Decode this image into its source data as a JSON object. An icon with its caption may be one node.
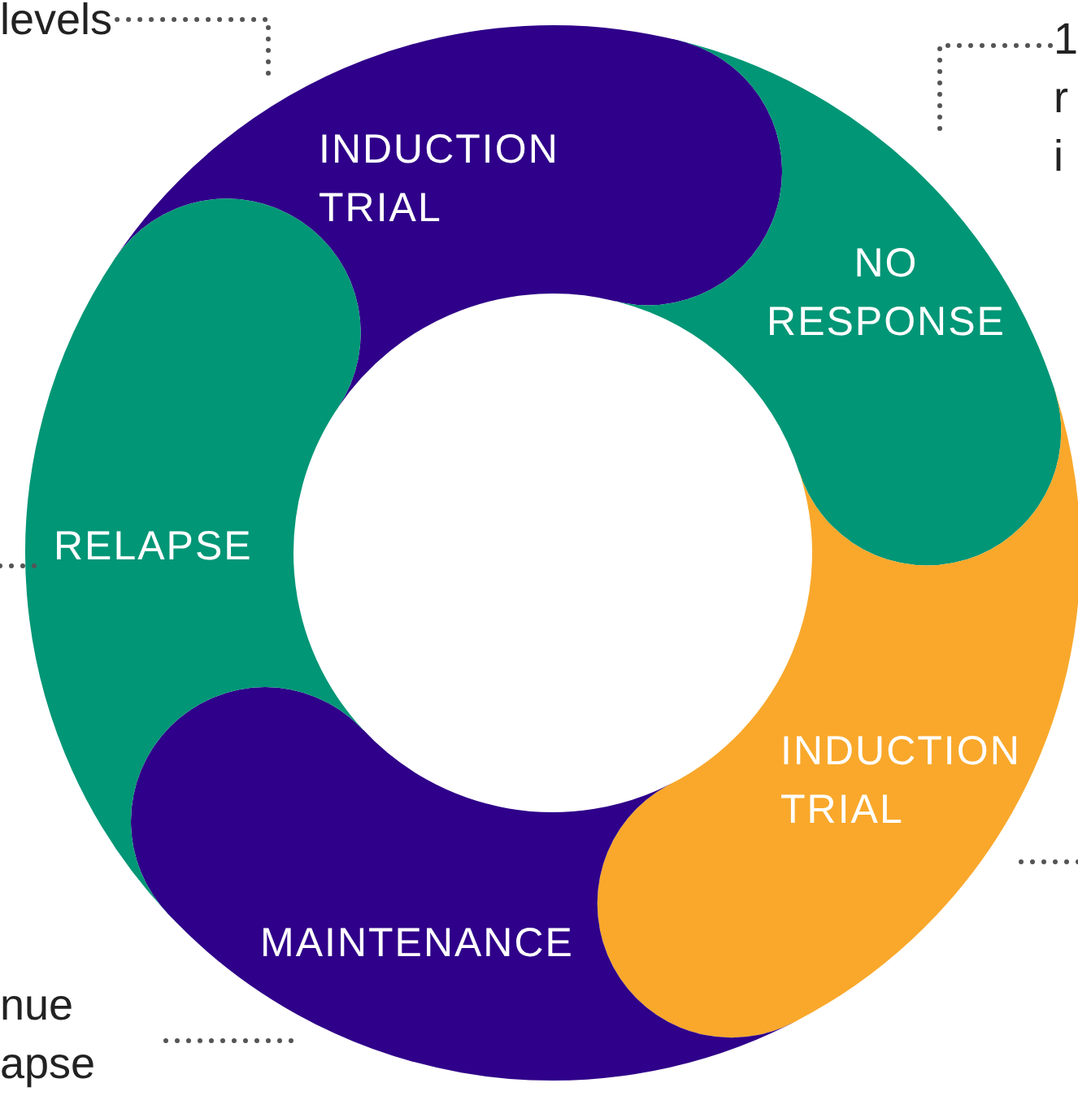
{
  "diagram": {
    "nodes": [
      {
        "text": [
          "INDUCTION TRIAL"
        ]
      },
      {
        "text": [
          "NO RESPONSE"
        ]
      },
      {
        "text": [
          "INDUCTION TRIAL"
        ]
      },
      {
        "text": [
          "MAINTENANCE"
        ]
      },
      {
        "text": [
          "RELAPSE"
        ]
      },
      {
        "text": [
          "levels"
        ]
      },
      {
        "text": [
          "1 r i"
        ]
      },
      {
        "text": [
          "nue apse"
        ]
      }
    ],
    "edges": [
      {
        "from": 5,
        "to": 0,
        "arrow": "none",
        "style": "dashed"
      },
      {
        "from": 6,
        "to": 1,
        "arrow": "none",
        "style": "dashed"
      },
      {
        "from": null,
        "to": 4,
        "arrow": "none",
        "style": "dashed"
      },
      {
        "from": null,
        "to": 2,
        "arrow": "none",
        "style": "dashed"
      },
      {
        "from": 7,
        "to": 3,
        "arrow": "none",
        "style": "dashed"
      }
    ]
  }
}
